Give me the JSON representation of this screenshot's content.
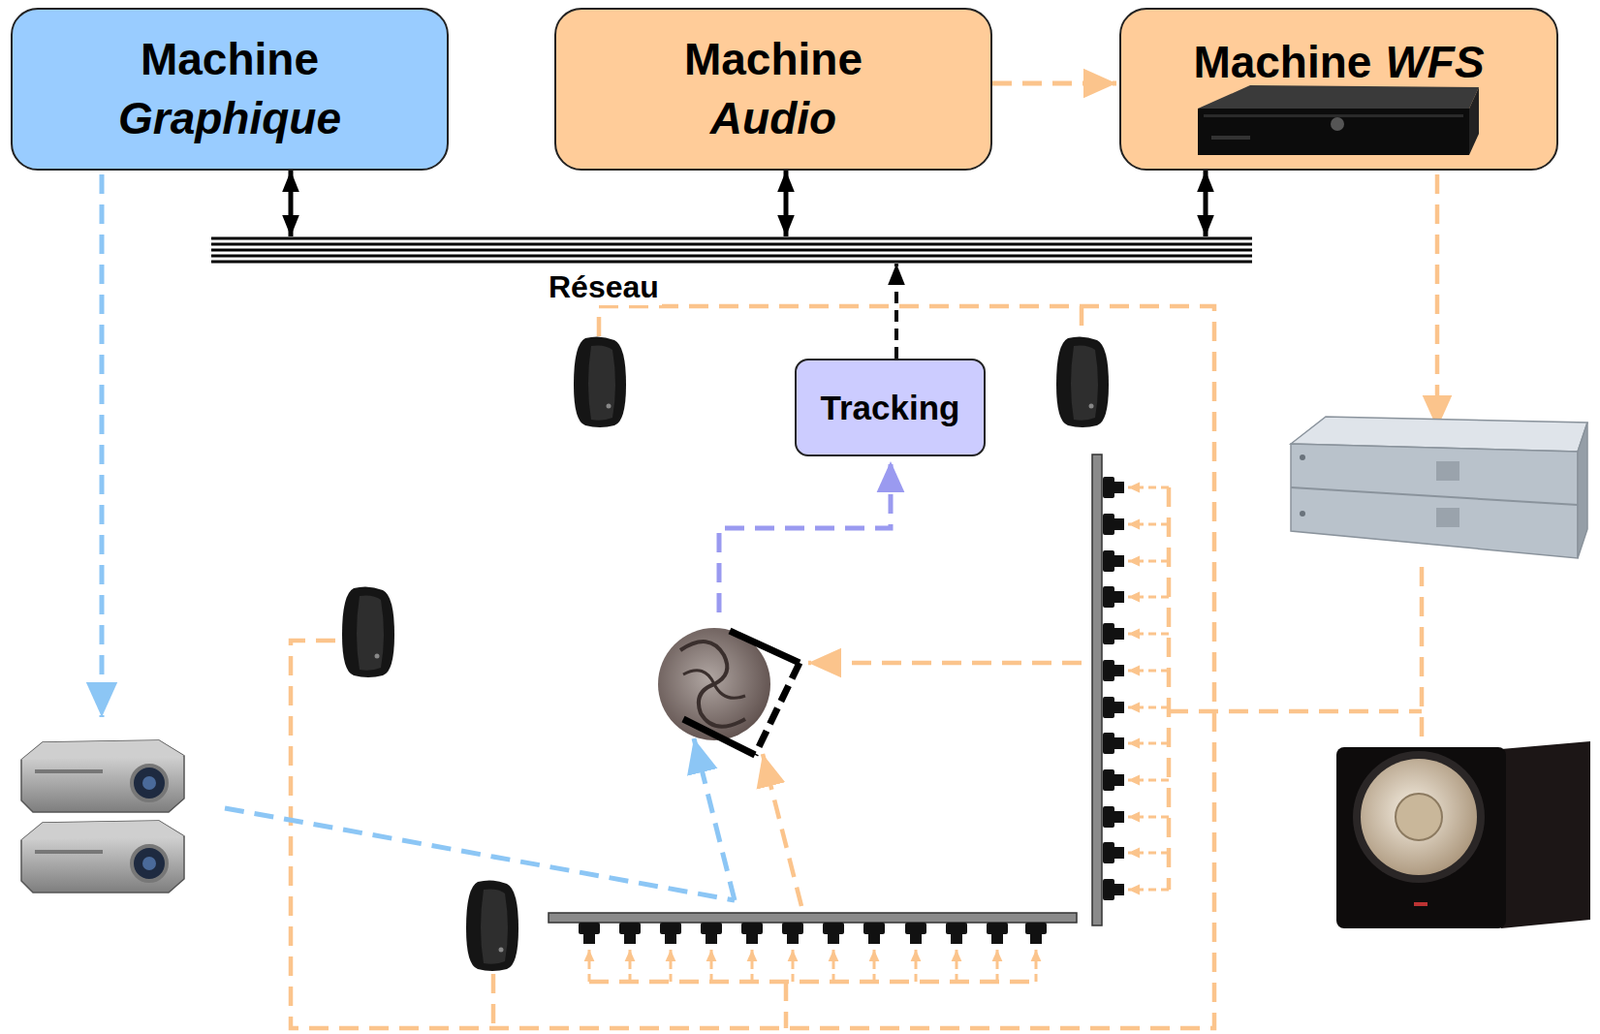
{
  "diagram": {
    "nodes": [
      {
        "text": [
          "Machine",
          "Graphique"
        ]
      },
      {
        "text": [
          "Machine",
          "Audio"
        ]
      },
      {
        "text": [
          "Machine",
          "WFS"
        ]
      },
      {
        "text": [
          "Réseau"
        ]
      },
      {
        "text": [
          "Tracking"
        ]
      }
    ],
    "edges": [
      {
        "from": 0,
        "to": 3,
        "arrow": "both"
      },
      {
        "from": 1,
        "to": 3,
        "arrow": "both"
      },
      {
        "from": 2,
        "to": 3,
        "arrow": "both"
      },
      {
        "from": 1,
        "to": 2,
        "arrow": "to"
      },
      {
        "from": 4,
        "to": 3,
        "arrow": "to"
      }
    ]
  }
}
